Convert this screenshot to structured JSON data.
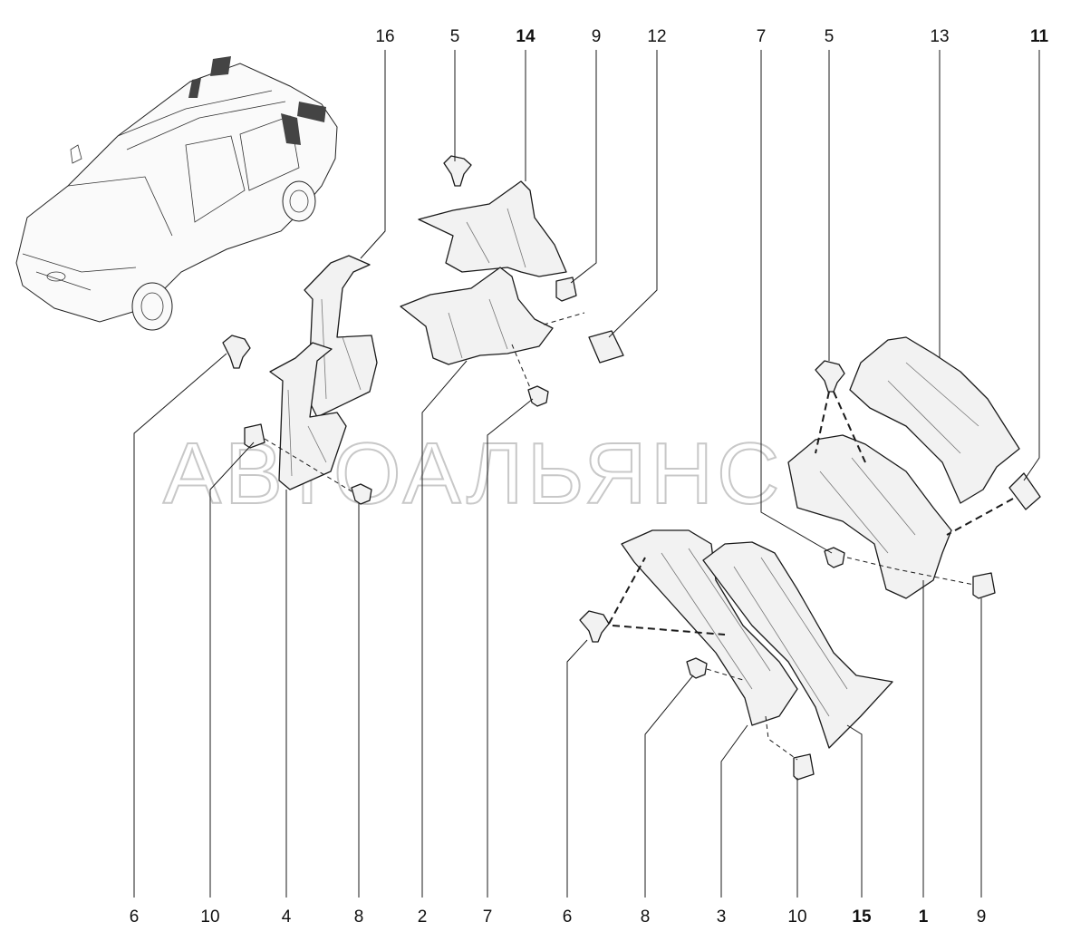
{
  "watermark": "АВТОАЛЬЯНС",
  "callouts_top": [
    {
      "id": "c16",
      "text": "16",
      "bold": false
    },
    {
      "id": "c5a",
      "text": "5",
      "bold": false
    },
    {
      "id": "c14",
      "text": "14",
      "bold": true
    },
    {
      "id": "c9a",
      "text": "9",
      "bold": false
    },
    {
      "id": "c12",
      "text": "12",
      "bold": false
    },
    {
      "id": "c7a",
      "text": "7",
      "bold": false
    },
    {
      "id": "c5b",
      "text": "5",
      "bold": false
    },
    {
      "id": "c13",
      "text": "13",
      "bold": false
    },
    {
      "id": "c11",
      "text": "11",
      "bold": true
    }
  ],
  "callouts_bottom": [
    {
      "id": "b6a",
      "text": "6",
      "bold": false
    },
    {
      "id": "b10a",
      "text": "10",
      "bold": false
    },
    {
      "id": "b4",
      "text": "4",
      "bold": false
    },
    {
      "id": "b8a",
      "text": "8",
      "bold": false
    },
    {
      "id": "b2",
      "text": "2",
      "bold": false
    },
    {
      "id": "b7",
      "text": "7",
      "bold": false
    },
    {
      "id": "b6b",
      "text": "6",
      "bold": false
    },
    {
      "id": "b8b",
      "text": "8",
      "bold": false
    },
    {
      "id": "b3",
      "text": "3",
      "bold": false
    },
    {
      "id": "b10b",
      "text": "10",
      "bold": false
    },
    {
      "id": "b15",
      "text": "15",
      "bold": true
    },
    {
      "id": "b1",
      "text": "1",
      "bold": true
    },
    {
      "id": "b9b",
      "text": "9",
      "bold": false
    }
  ]
}
